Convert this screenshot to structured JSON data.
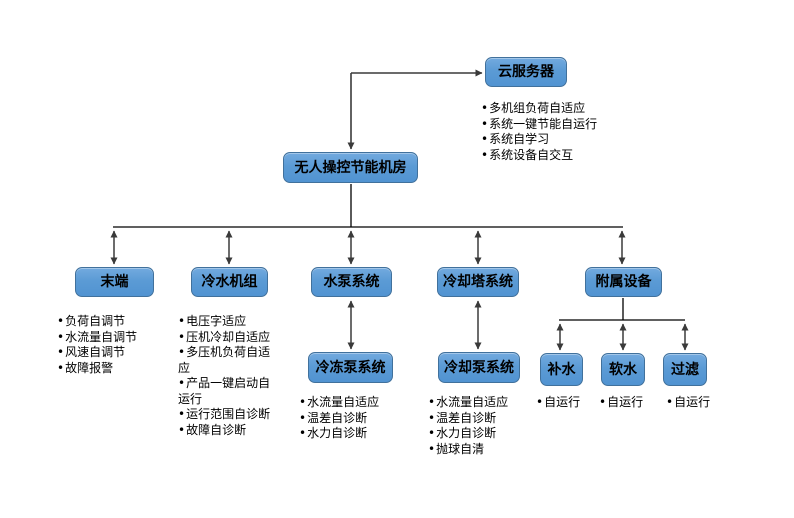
{
  "diagram": {
    "type": "org-hierarchy-flowchart",
    "nodes": {
      "cloud": "云服务器",
      "root": "无人操控节能机房",
      "terminal": "末端",
      "chiller": "冷水机组",
      "pump": "水泵系统",
      "cooling_tower": "冷却塔系统",
      "auxiliary": "附属设备",
      "chilled_pump": "冷冻泵系统",
      "cooling_pump": "冷却泵系统",
      "makeup_water": "补水",
      "soft_water": "软水",
      "filter": "过滤"
    },
    "bullets": {
      "cloud": [
        "多机组负荷自适应",
        "系统一键节能自运行",
        "系统自学习",
        "系统设备自交互"
      ],
      "terminal": [
        "负荷自调节",
        "水流量自调节",
        "风速自调节",
        "故障报警"
      ],
      "chiller": [
        "电压字适应",
        "压机冷却自适应",
        "多压机负荷自适应",
        "产品一键启动自运行",
        "运行范围自诊断",
        "故障自诊断"
      ],
      "chilled_pump": [
        "水流量自适应",
        "温差自诊断",
        "水力自诊断"
      ],
      "cooling_pump": [
        "水流量自适应",
        "温差自诊断",
        "水力自诊断",
        "抛球自清"
      ],
      "makeup_water": [
        "自运行"
      ],
      "soft_water": [
        "自运行"
      ],
      "filter": [
        "自运行"
      ]
    },
    "colors": {
      "node_fill": "#5b9bd5",
      "node_border": "#41719c",
      "connector": "#3a3a3a",
      "text": "#000000",
      "background": "#ffffff"
    }
  }
}
